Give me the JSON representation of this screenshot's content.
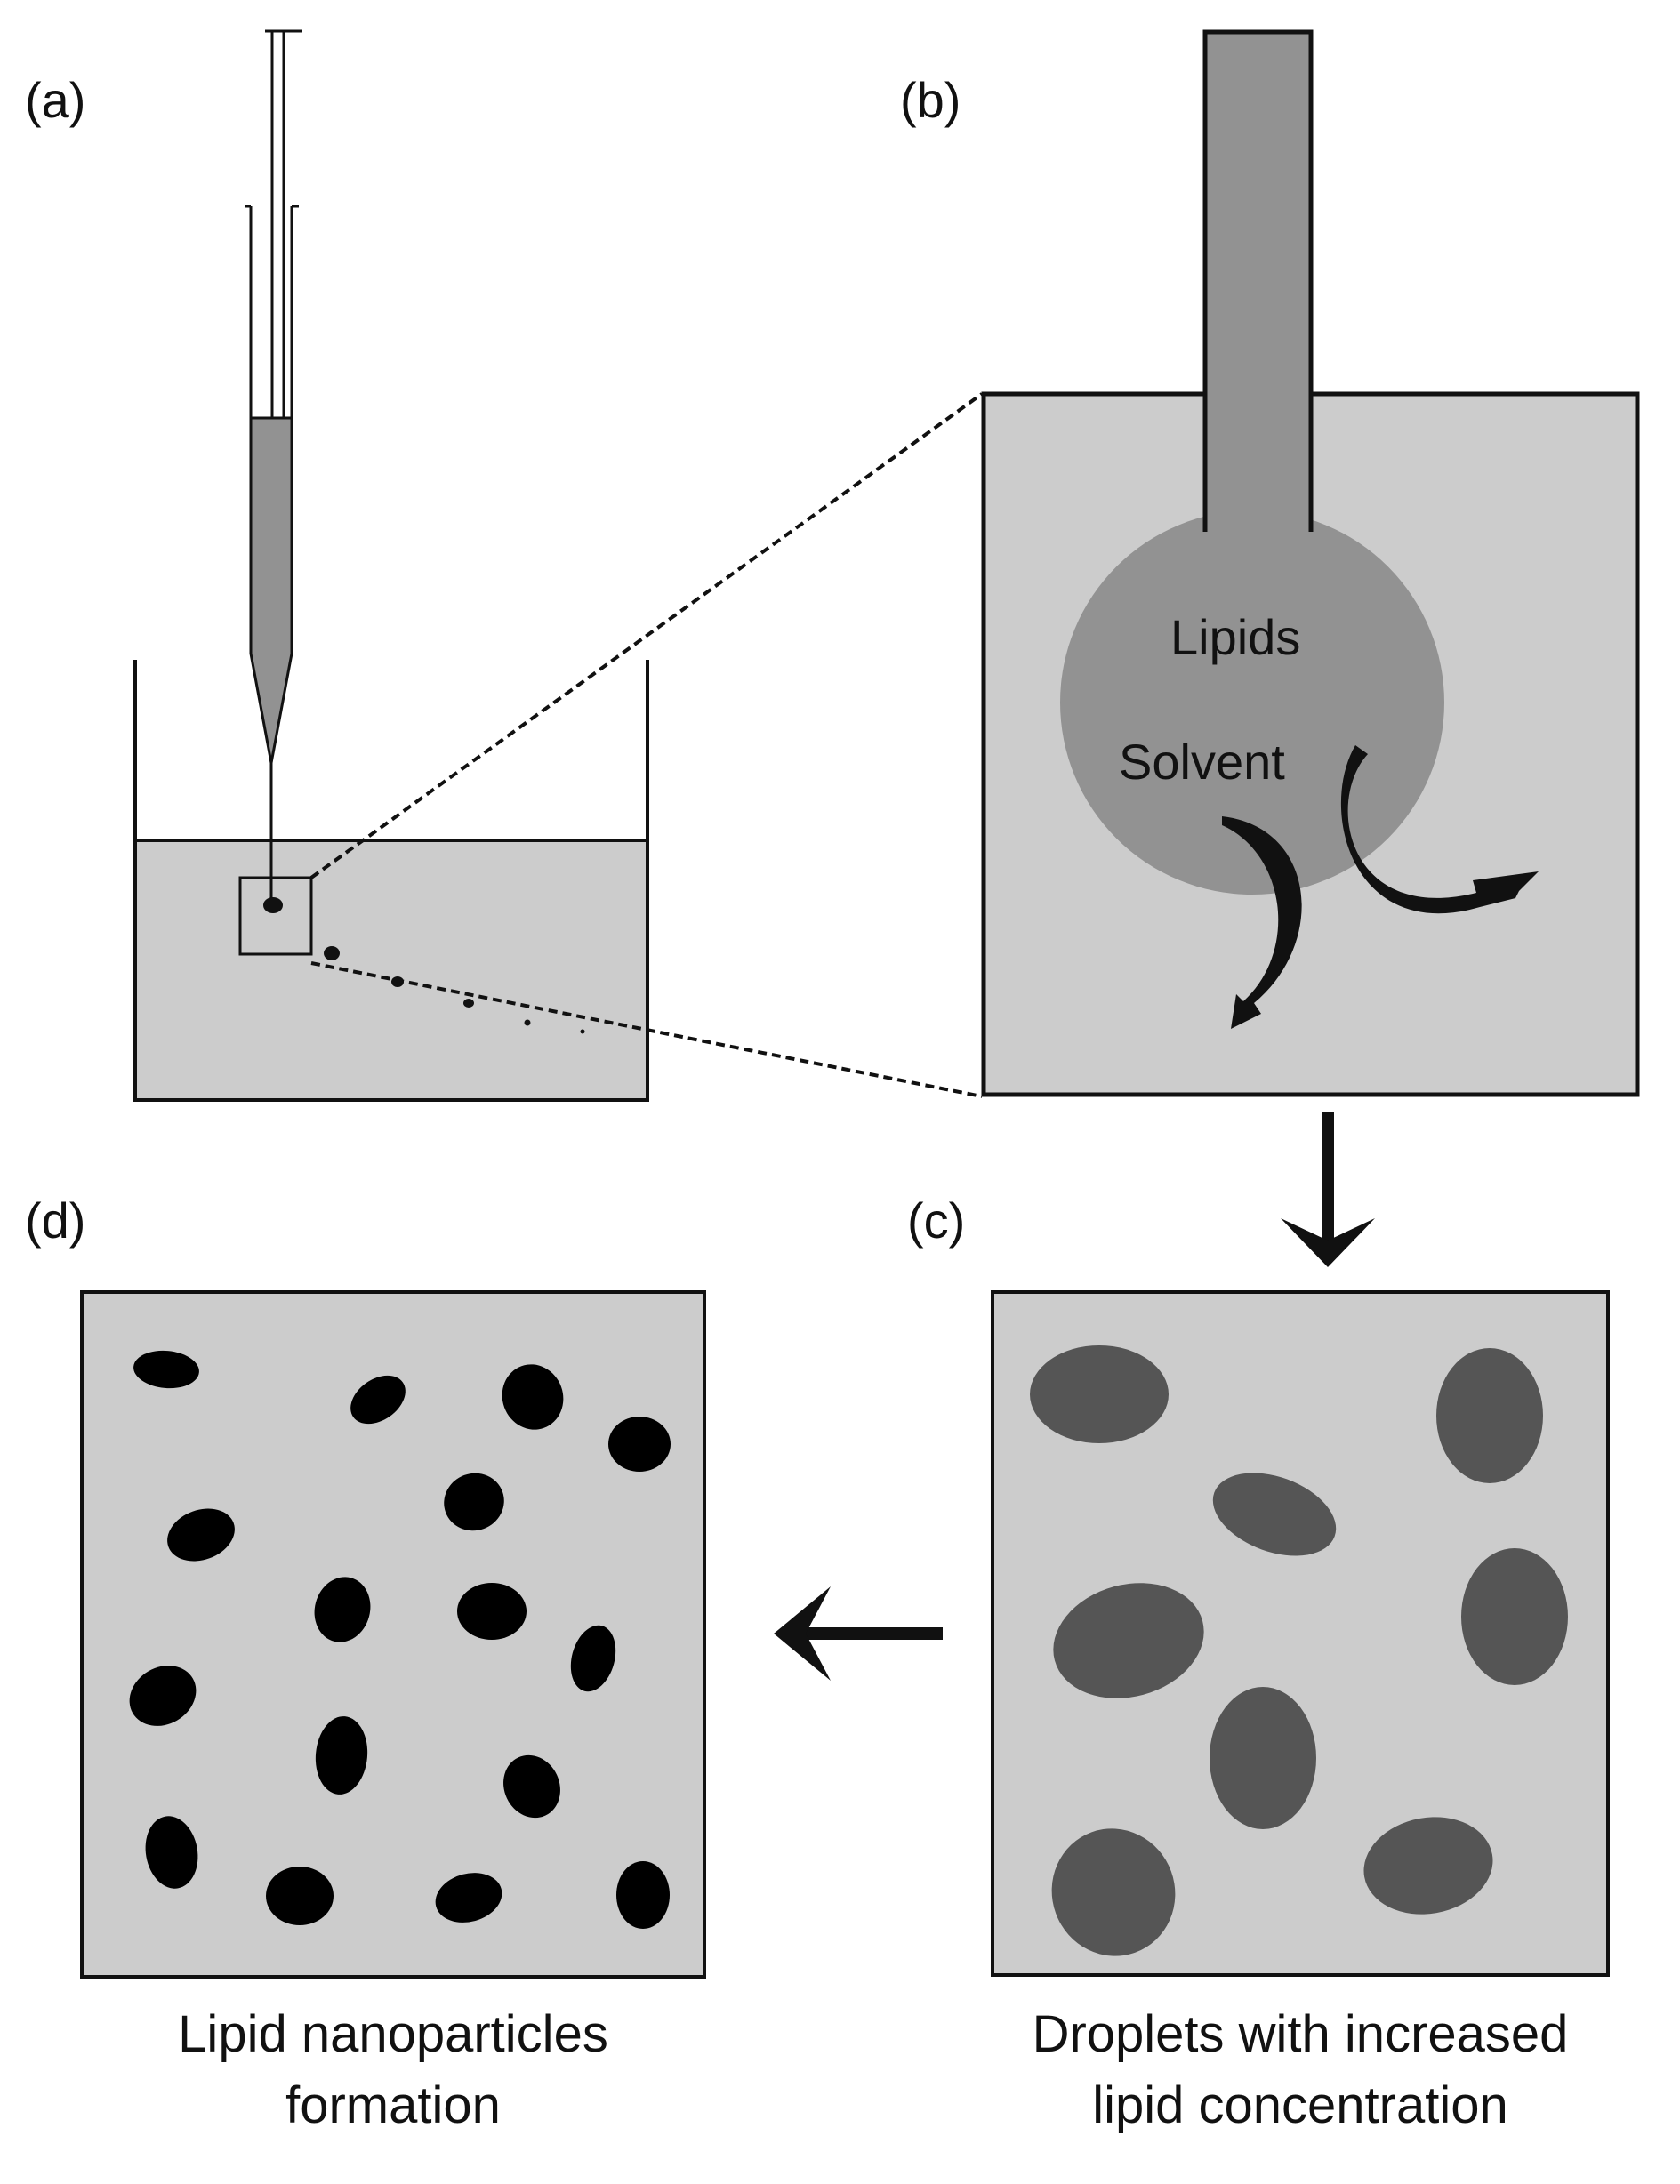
{
  "panels": {
    "a": {
      "label": "(a)"
    },
    "b": {
      "label": "(b)",
      "lipids_text": "Lipids",
      "solvent_text": "Solvent"
    },
    "c": {
      "label": "(c)",
      "caption_line1": "Droplets with increased",
      "caption_line2": "lipid concentration"
    },
    "d": {
      "label": "(d)",
      "caption_line1": "Lipid nanoparticles",
      "caption_line2": "formation"
    }
  },
  "colors": {
    "stroke": "#111111",
    "medium": "#cccccc",
    "syringe_lipid": "#929292",
    "droplet": "#555555",
    "nanoparticle": "#000000"
  }
}
